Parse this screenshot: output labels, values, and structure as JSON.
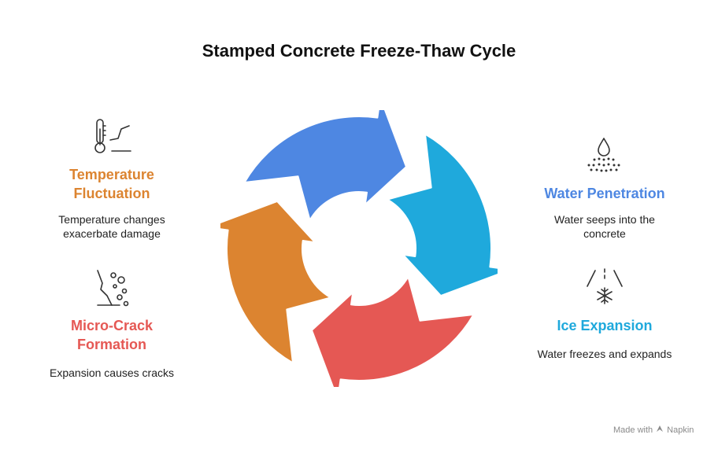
{
  "title": "Stamped Concrete Freeze-Thaw Cycle",
  "steps": [
    {
      "heading_line1": "Temperature",
      "heading_line2": "Fluctuation",
      "desc_line1": "Temperature changes",
      "desc_line2": "exacerbate damage",
      "color": "#DC8430",
      "icon": "thermometer-icon"
    },
    {
      "heading_line1": "Water Penetration",
      "heading_line2": "",
      "desc_line1": "Water seeps into the",
      "desc_line2": "concrete",
      "color": "#4E87E2",
      "icon": "water-drop-icon"
    },
    {
      "heading_line1": "Ice Expansion",
      "heading_line2": "",
      "desc_line1": "Water freezes and expands",
      "desc_line2": "",
      "color": "#1FA9DC",
      "icon": "snowflake-icon"
    },
    {
      "heading_line1": "Micro-Crack",
      "heading_line2": "Formation",
      "desc_line1": "Expansion causes cracks",
      "desc_line2": "",
      "color": "#E55854",
      "icon": "crack-icon"
    }
  ],
  "footer": {
    "made_with": "Made with",
    "brand": "Napkin"
  }
}
